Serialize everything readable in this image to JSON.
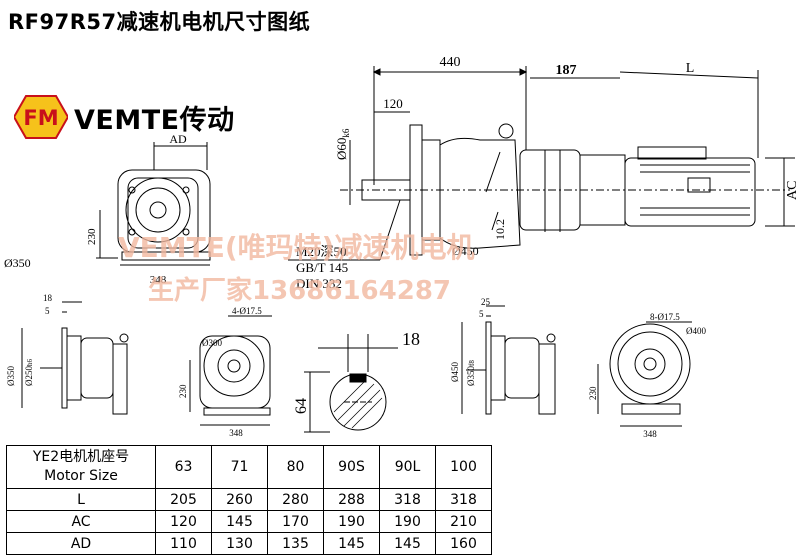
{
  "title": "RF97R57减速机电机尺寸图纸",
  "logo": {
    "text": "VEMTE传动",
    "badge": "FM"
  },
  "watermark": {
    "line1": "VEMTE(唯玛特)减速机电机",
    "line2": "生产厂家13686164287"
  },
  "dims": {
    "ad": "AD",
    "d350": "Ø350",
    "h230": "230",
    "w348": "348",
    "len440": "440",
    "len187": "187",
    "len_l": "L",
    "len120": "120",
    "shaft_d": "Ø60",
    "shaft_tol": "k6",
    "ac": "AC",
    "h10_2": "10.2",
    "d450": "Ø450",
    "thread_1": "M20深50",
    "thread_2": "GB/T 145",
    "thread_3": "DIN 332",
    "v2_18": "18",
    "v2_5": "5",
    "v2_350": "Ø350",
    "v2_250": "Ø250",
    "v2_250_tol": "h6",
    "v3_holes": "4-Ø17.5",
    "v3_d300": "Ø300",
    "v3_230": "230",
    "v3_348": "348",
    "key_18": "18",
    "key_64": "64",
    "v5_25": "25",
    "v5_5": "5",
    "v5_450": "Ø450",
    "v5_350": "Ø350",
    "v5_350_tol": "f8",
    "v6_holes": "8-Ø17.5",
    "v6_d400": "Ø400",
    "v6_230": "230",
    "v6_348": "348"
  },
  "table": {
    "header_cn": "YE2电机机座号",
    "header_en": "Motor Size",
    "sizes": [
      "63",
      "71",
      "80",
      "90S",
      "90L",
      "100"
    ],
    "rows": [
      {
        "label": "L",
        "values": [
          "205",
          "260",
          "280",
          "288",
          "318",
          "318"
        ]
      },
      {
        "label": "AC",
        "values": [
          "120",
          "145",
          "170",
          "190",
          "190",
          "210"
        ]
      },
      {
        "label": "AD",
        "values": [
          "110",
          "130",
          "135",
          "145",
          "145",
          "160"
        ]
      }
    ]
  }
}
